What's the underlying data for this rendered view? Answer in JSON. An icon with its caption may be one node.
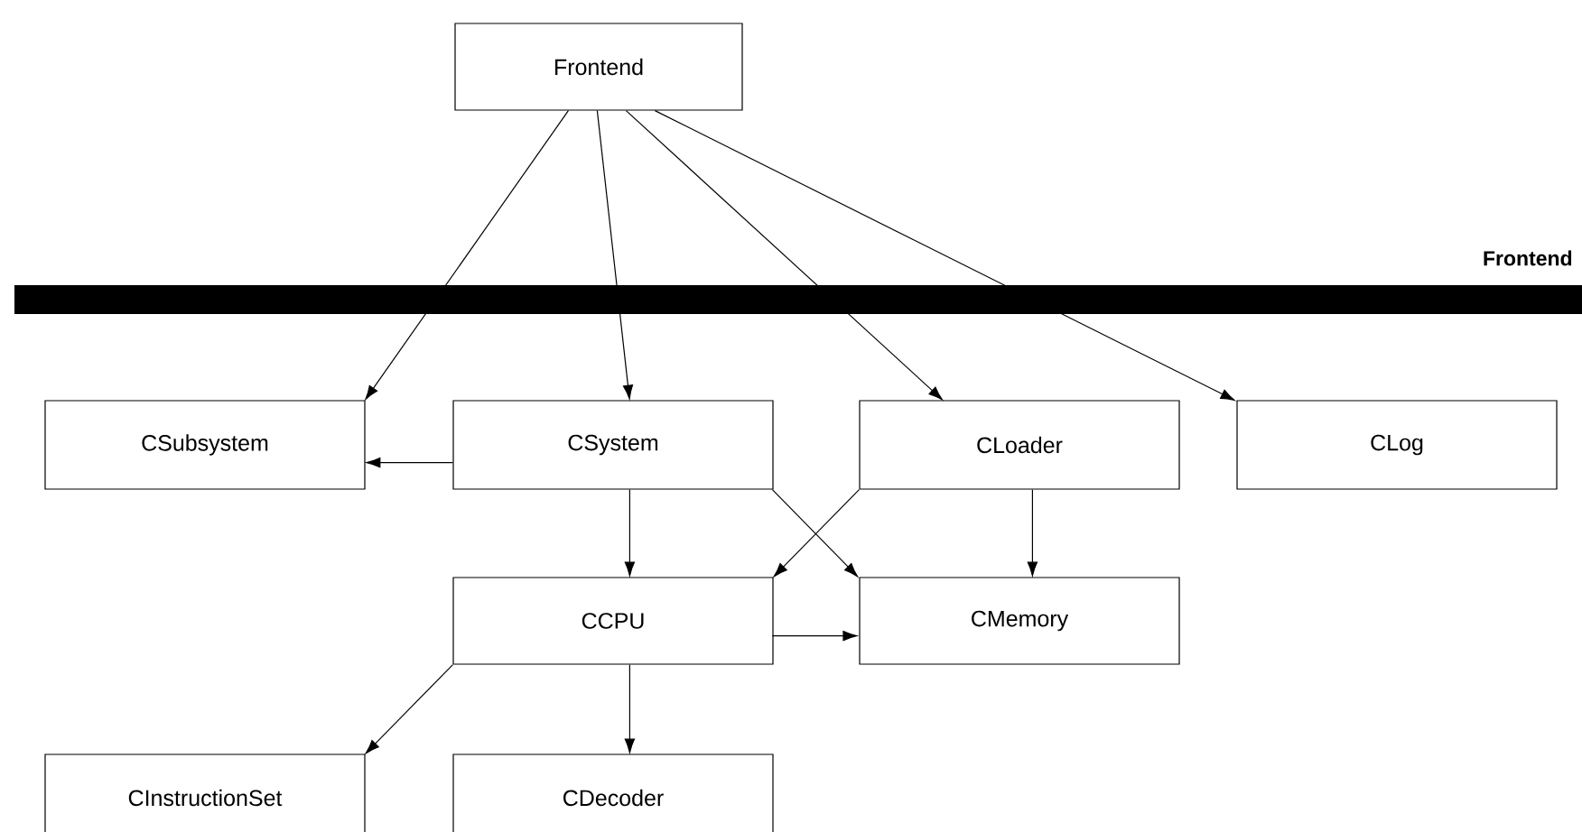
{
  "diagram": {
    "nodes": [
      {
        "text": [
          "Frontend"
        ]
      },
      {
        "text": [
          "CSubsystem"
        ]
      },
      {
        "text": [
          "CSystem"
        ]
      },
      {
        "text": [
          "CLoader"
        ]
      },
      {
        "text": [
          "CLog"
        ]
      },
      {
        "text": [
          "CCPU"
        ]
      },
      {
        "text": [
          "CMemory"
        ]
      },
      {
        "text": [
          "CInstructionSet"
        ]
      },
      {
        "text": [
          "CDecoder"
        ]
      }
    ],
    "edges": [
      {
        "from": 0,
        "to": 1,
        "arrow": "to"
      },
      {
        "from": 0,
        "to": 2,
        "arrow": "to"
      },
      {
        "from": 0,
        "to": 3,
        "arrow": "to"
      },
      {
        "from": 0,
        "to": 4,
        "arrow": "to"
      },
      {
        "from": 2,
        "to": 1,
        "arrow": "to"
      },
      {
        "from": 2,
        "to": 5,
        "arrow": "to"
      },
      {
        "from": 2,
        "to": 6,
        "arrow": "to"
      },
      {
        "from": 3,
        "to": 5,
        "arrow": "to"
      },
      {
        "from": 3,
        "to": 6,
        "arrow": "to"
      },
      {
        "from": 5,
        "to": 6,
        "arrow": "to"
      },
      {
        "from": 5,
        "to": 7,
        "arrow": "to"
      },
      {
        "from": 5,
        "to": 8,
        "arrow": "to"
      }
    ],
    "labels": [
      "Frontend"
    ]
  }
}
